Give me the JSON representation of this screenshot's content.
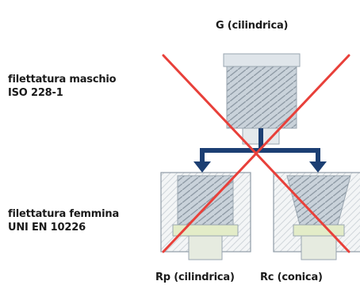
{
  "labels": {
    "top": "G (cilindrica)",
    "male_line1": "filettatura maschio",
    "male_line2": "ISO 228-1",
    "female_line1": "filettatura femmina",
    "female_line2": "UNI EN 10226",
    "rp": "Rp (cilindrica)",
    "rc": "Rc (conica)"
  },
  "colors": {
    "cross": "#e8403a",
    "arrow": "#1c3f73",
    "thread": "#b9c4ce",
    "hatch": "#d0d6dc",
    "fitting_fill": "#eaf0d6",
    "box_fill": "#f4f6f4"
  },
  "icons": {
    "cross": "red-x-mark-icon",
    "arrows": "split-arrow-icon"
  }
}
